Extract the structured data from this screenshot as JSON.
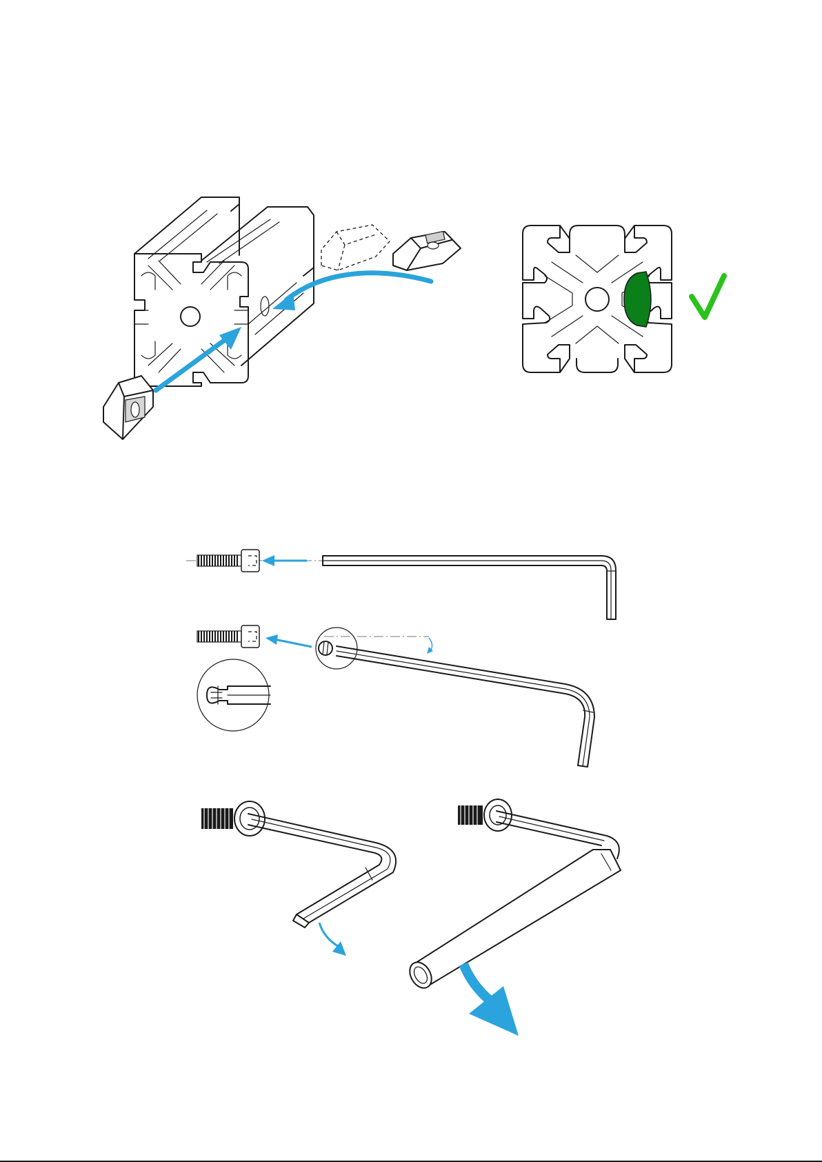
{
  "colors": {
    "arrow": "#2ba3dc",
    "arrow_light": "#45ade2",
    "nut_fill": "#0b7f1a",
    "check": "#2cc21c",
    "line": "#1a1a1a",
    "background": "#ffffff"
  },
  "steps": [
    {
      "id": "insert-t-nut",
      "icons": [
        "extrusion-profile-icon",
        "t-nut-icon",
        "insert-arrow-icon"
      ]
    },
    {
      "id": "profile-end-view-correct",
      "icons": [
        "profile-section-icon",
        "checkmark-icon"
      ]
    },
    {
      "id": "insert-hex-key",
      "icons": [
        "cap-screw-icon",
        "hex-key-icon",
        "ball-end-detail-icon"
      ]
    },
    {
      "id": "tighten-screw",
      "icons": [
        "hex-key-icon",
        "extension-tube-icon",
        "rotate-arrow-icon"
      ]
    }
  ]
}
